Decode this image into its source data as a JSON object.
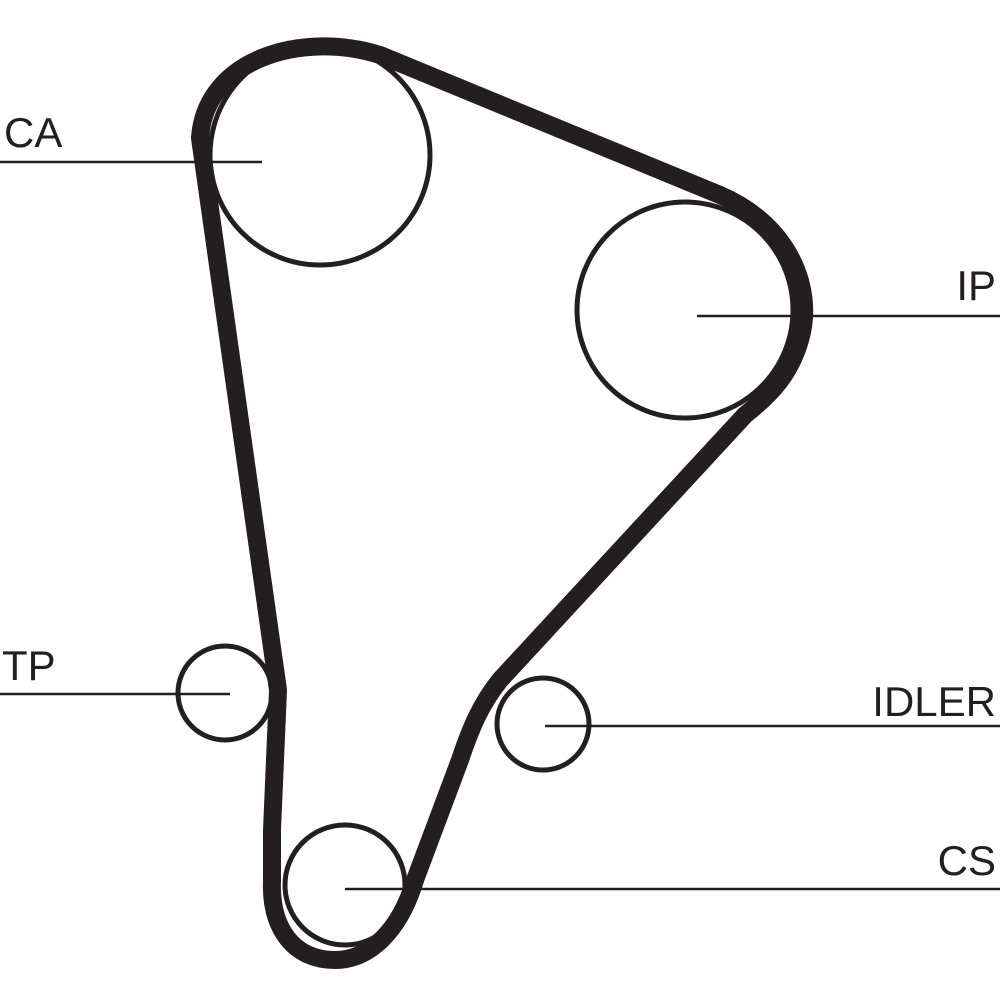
{
  "labels": {
    "ca": "CA",
    "ip": "IP",
    "tp": "TP",
    "idler": "IDLER",
    "cs": "CS"
  },
  "colors": {
    "ink": "#231f20",
    "background": "#ffffff"
  }
}
